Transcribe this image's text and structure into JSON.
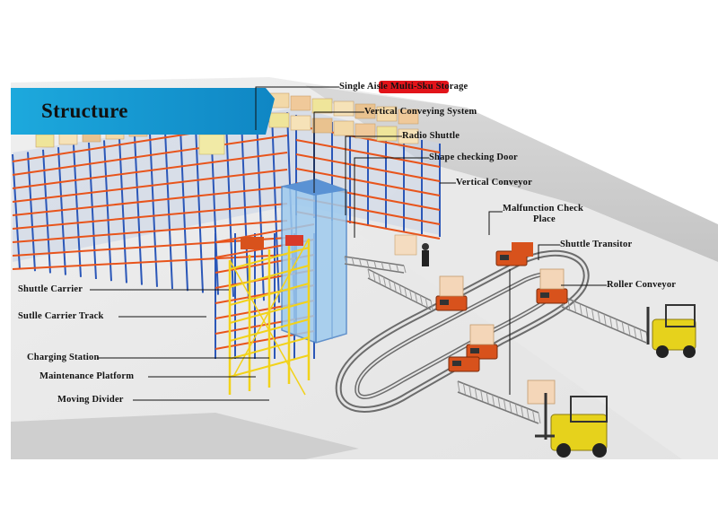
{
  "title": "Structure",
  "colors": {
    "banner": "#1aa3d6",
    "highlight": "#e2141a",
    "rack_blue": "#2b57b8",
    "rack_orange": "#e8541b",
    "yellow_platform": "#f2d21a",
    "glass_lift": "#8fc7ec",
    "forklift": "#e8d21b",
    "carrier": "#d8521c"
  },
  "labels": {
    "single_aisle": "Single Aisle Multi-Sku Storage",
    "vertical_conveying": "Vertical Conveying System",
    "radio_shuttle": "Radio Shuttle",
    "shape_checking": "Shape checking Door",
    "vertical_conveyor": "Vertical Conveyor",
    "malfunction_line1": "Malfunction Check",
    "malfunction_line2": "Place",
    "shuttle_transitor": "Shuttle Transitor",
    "roller_conveyor": "Roller Conveyor",
    "shuttle_carrier": "Shuttle Carrier",
    "shuttle_carrier_track": "Sutlle Carrier Track",
    "charging_station": "Charging Station",
    "maintenance_platform": "Maintenance Platform",
    "moving_divider": "Moving Divider"
  }
}
